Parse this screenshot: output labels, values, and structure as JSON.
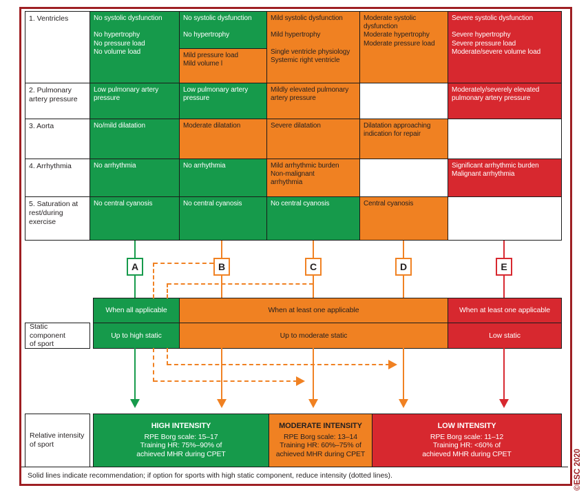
{
  "colors": {
    "green": "#169a4b",
    "orange": "#f08122",
    "red": "#d7282f",
    "maroon": "#9e1f23"
  },
  "criteria": {
    "row_labels": {
      "ventricles": "1. Ventricles",
      "pulmonary": "2. Pulmonary\nartery pressure",
      "aorta": "3. Aorta",
      "arrhythmia": "4. Arrhythmia",
      "saturation": "5. Saturation at\nrest/during\nexercise"
    },
    "cells": {
      "r1a": "No systolic dysfunction\n\nNo hypertrophy\nNo pressure load\nNo volume load",
      "r1b_top": "No systolic dysfunction\n\nNo hypertrophy",
      "r1b_bottom": "Mild pressure load\nMild volume l",
      "r1c": "Mild systolic dysfunction\n\nMild hypertrophy\n\nSingle ventricle physiology\nSystemic right ventricle",
      "r1d": "Moderate systolic dysfunction\nModerate hypertrophy\nModerate pressure load",
      "r1e": "Severe systolic dysfunction\n\nSevere hypertrophy\nSevere pressure load\nModerate/severe volume load",
      "r2a": "Low pulmonary artery pressure",
      "r2b": "Low pulmonary artery pressure",
      "r2c": "Mildly elevated pulmonary artery pressure",
      "r2d": "",
      "r2e": "Moderately/severely elevated pulmonary artery pressure",
      "r3a": "No/mild dilatation",
      "r3b": "Moderate dilatation",
      "r3c": "Severe dilatation",
      "r3d": "Dilatation approaching indication for repair",
      "r3e": "",
      "r4a": "No arrhythmia",
      "r4b": "No arrhythmia",
      "r4c": "Mild arrhythmic burden\nNon-malignant\narrhythmia",
      "r4d": "",
      "r4e": "Significant arrhythmic burden\nMalignant arrhythmia",
      "r5a": "No central cyanosis",
      "r5b": "No central cyanosis",
      "r5c": "No central cyanosis",
      "r5d": "Central cyanosis",
      "r5e": ""
    }
  },
  "letters": {
    "a": "A",
    "b": "B",
    "c": "C",
    "d": "D",
    "e": "E"
  },
  "band": {
    "applicable_green": "When all applicable",
    "applicable_orange": "When at least one applicable",
    "applicable_red": "When at least one applicable",
    "static_label": "Static component\nof sport",
    "static_green": "Up to high static",
    "static_orange": "Up to moderate static",
    "static_red": "Low static"
  },
  "intensity": {
    "label": "Relative intensity\nof sport",
    "high": {
      "title": "HIGH INTENSITY",
      "body": "RPE Borg scale: 15–17\nTraining HR: 75%–90% of\nachieved MHR during CPET"
    },
    "moderate": {
      "title": "MODERATE INTENSITY",
      "body": "RPE Borg scale: 13–14\nTraining HR: 60%–75% of\nachieved MHR during CPET"
    },
    "low": {
      "title": "LOW INTENSITY",
      "body": "RPE Borg scale: 11–12\nTraining HR: <60% of\nachieved MHR during CPET"
    }
  },
  "footnote": "Solid lines indicate recommendation; if option for sports with high static component, reduce intensity (dotted lines).",
  "credit": "©ESC 2020"
}
